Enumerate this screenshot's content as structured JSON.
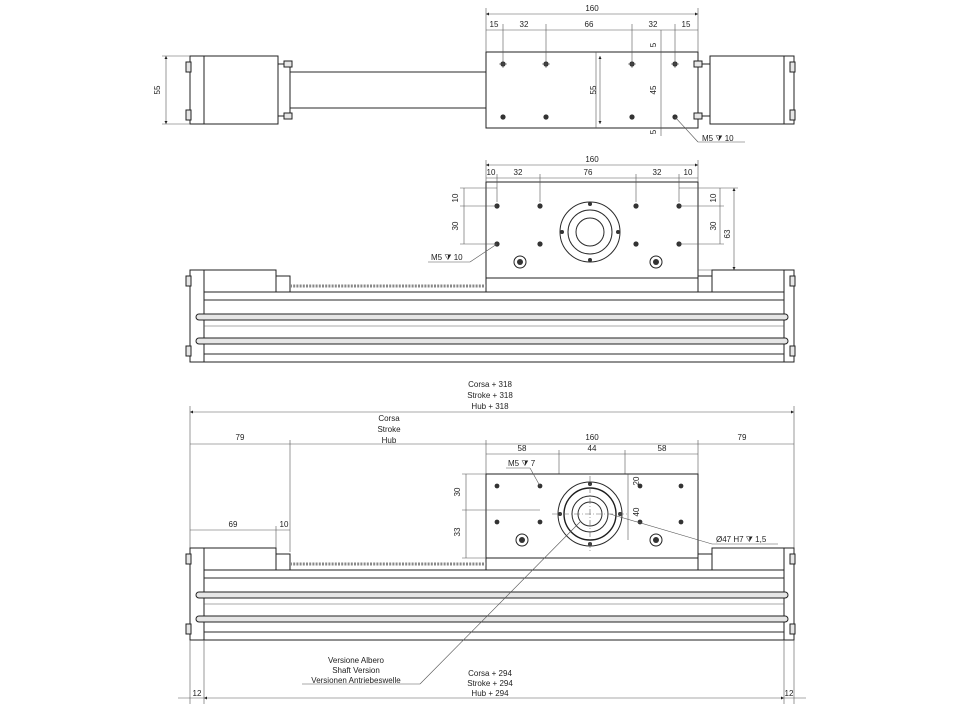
{
  "top_view": {
    "dims_top": {
      "overall": "160",
      "a": "15",
      "b": "32",
      "c": "66",
      "d": "32",
      "e": "15"
    },
    "dim_left_height": "55",
    "dim_inner_height": "55",
    "dim_right_45": "45",
    "dim_right_5_top": "5",
    "dim_right_5_bottom": "5",
    "thread_note": "M5 ⧩ 10"
  },
  "side_view": {
    "dims_top": {
      "overall": "160",
      "a": "10",
      "b": "32",
      "c": "76",
      "d": "32",
      "e": "10"
    },
    "dim_left_10": "10",
    "dim_left_30": "30",
    "dim_right_10": "10",
    "dim_right_30": "30",
    "dim_right_63": "63",
    "thread_note": "M5 ⧩ 10"
  },
  "shaft_view": {
    "overall_label": [
      "Corsa + 318",
      "Stroke + 318",
      "Hub + 318"
    ],
    "stroke_label": [
      "Corsa",
      "Stroke",
      "Hub"
    ],
    "dim_79_left": "79",
    "dim_79_right": "79",
    "dim_58_left": "58",
    "dim_160": "160",
    "dim_58_right": "58",
    "dim_44": "44",
    "dim_69": "69",
    "dim_10": "10",
    "dim_30": "30",
    "dim_33": "33",
    "dim_20": "20",
    "dim_40": "40",
    "thread_note": "M5 ⧩ 7",
    "bore_note": "Ø47 H7 ⧩ 1,5",
    "version_label": [
      "Versione Albero",
      "Shaft Version",
      "Versionen Antriebeswelle"
    ],
    "bottom_label": [
      "Corsa + 294",
      "Stroke + 294",
      "Hub + 294"
    ],
    "dim_12_left": "12",
    "dim_12_right": "12"
  }
}
